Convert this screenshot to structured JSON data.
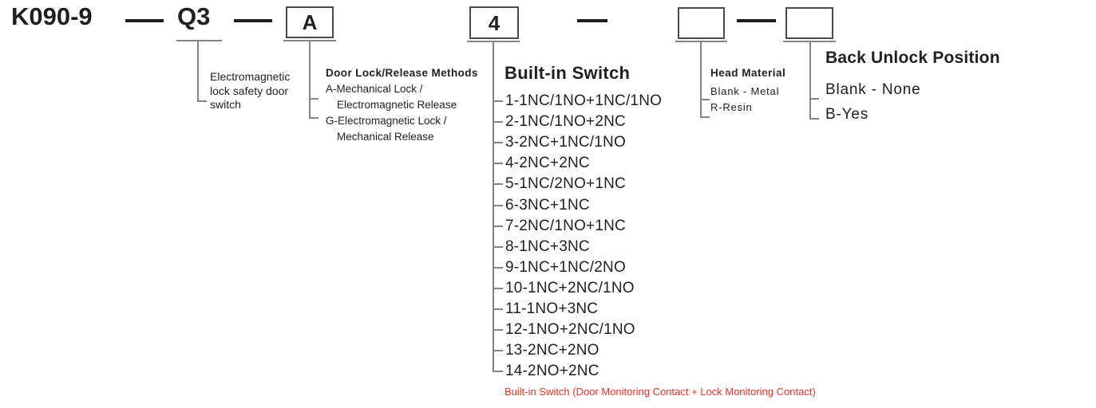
{
  "code": {
    "model": "K090-9",
    "series": "Q3",
    "lock_method": "A",
    "builtin_switch": "4",
    "head_material": "",
    "back_unlock": ""
  },
  "series_desc": {
    "line1": "Electromagnetic",
    "line2": "lock safety door",
    "line3": "switch"
  },
  "door_lock": {
    "title": "Door Lock/Release Methods",
    "options": [
      "A-Mechanical Lock /",
      "Electromagnetic Release",
      "G-Electromagnetic Lock /",
      "Mechanical Release"
    ]
  },
  "builtin_switch": {
    "title": "Built-in Switch",
    "options": [
      "1-1NC/1NO+1NC/1NO",
      "2-1NC/1NO+2NC",
      "3-2NC+1NC/1NO",
      "4-2NC+2NC",
      "5-1NC/2NO+1NC",
      "6-3NC+1NC",
      "7-2NC/1NO+1NC",
      "8-1NC+3NC",
      "9-1NC+1NC/2NO",
      "10-1NC+2NC/1NO",
      "11-1NO+3NC",
      "12-1NO+2NC/1NO",
      "13-2NC+2NO",
      "14-2NO+2NC"
    ],
    "note": "Built-in Switch (Door Monitoring Contact + Lock Monitoring Contact)"
  },
  "head_material": {
    "title": "Head Material",
    "options": [
      "Blank - Metal",
      "R-Resin"
    ]
  },
  "back_unlock": {
    "title": "Back Unlock Position",
    "options": [
      "Blank - None",
      "B-Yes"
    ]
  },
  "colors": {
    "text": "#231f20",
    "connector_line": "#828487",
    "box_border": "#4b4b4d",
    "note_red": "#ee3124"
  }
}
